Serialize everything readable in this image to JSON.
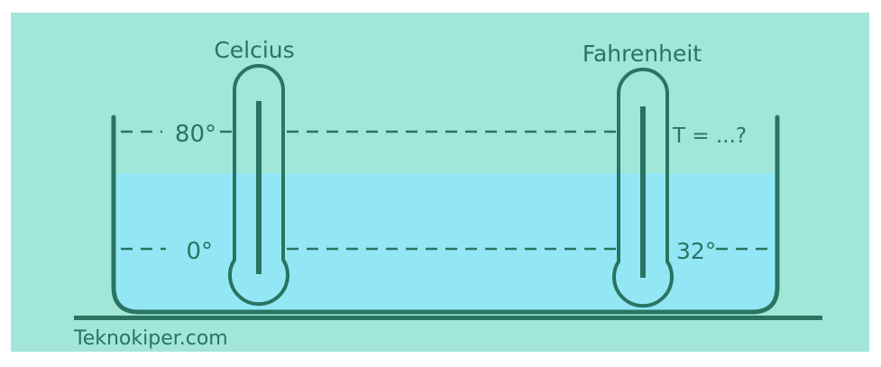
{
  "colors": {
    "background": "#a1e6d8",
    "water": "#93e7f5",
    "stroke": "#2a7462",
    "text": "#2a7462",
    "border": "#ffffff"
  },
  "thermometers": {
    "celsius": {
      "label": "Celcius",
      "top_mark": "80°",
      "bottom_mark": "0°"
    },
    "fahrenheit": {
      "label": "Fahrenheit",
      "top_mark": "T = ...?",
      "bottom_mark": "32°"
    }
  },
  "watermark": "Teknokiper.com"
}
